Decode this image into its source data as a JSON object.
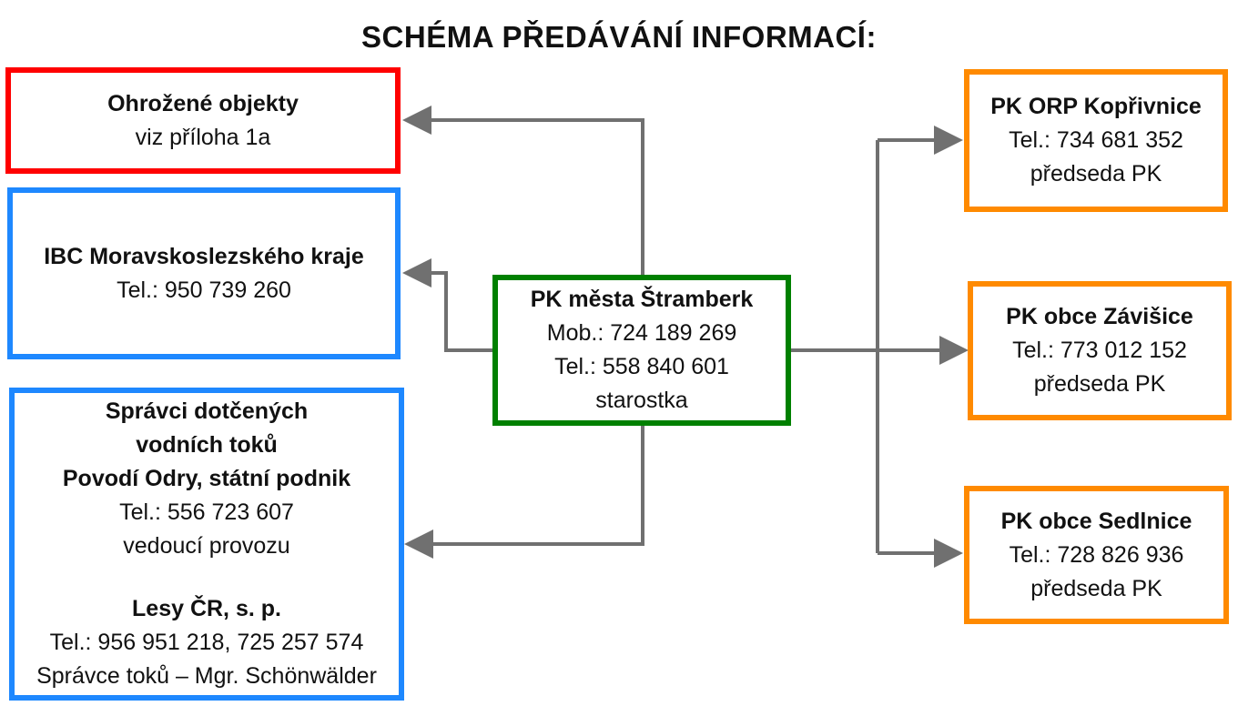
{
  "title": "SCHÉMA PŘEDÁVÁNÍ INFORMACÍ:",
  "center": {
    "name": "PK města Štramberk",
    "mob": "Mob.: 724 189 269",
    "tel": "Tel.: 558 840 601",
    "role": "starostka"
  },
  "left": {
    "threatened": {
      "name": "Ohrožené objekty",
      "note": "viz příloha 1a"
    },
    "ibc": {
      "name": "IBC Moravskoslezského kraje",
      "tel": "Tel.: 950 739 260"
    },
    "managers": {
      "line1": "Správci dotčených",
      "line2": "vodních toků",
      "line3": "Povodí Odry, státní podnik",
      "tel": "Tel.: 556 723 607",
      "role": "vedoucí provozu",
      "lesy_name": "Lesy ČR, s. p.",
      "lesy_tel": "Tel.: 956 951 218, 725 257 574",
      "lesy_role": "Správce toků – Mgr. Schönwälder"
    }
  },
  "right": {
    "orp": {
      "name": "PK ORP Kopřivnice",
      "tel": "Tel.: 734 681 352",
      "role": "předseda PK"
    },
    "zavisice": {
      "name": "PK obce Závišice",
      "tel": "Tel.: 773 012 152",
      "role": "předseda PK"
    },
    "sedlnice": {
      "name": "PK obce Sedlnice",
      "tel": "Tel.: 728 826 936",
      "role": "předseda PK"
    }
  },
  "colors": {
    "threatened_border": "#ff0000",
    "info_border": "#1e88ff",
    "center_border": "#008000",
    "municipal_border": "#ff8a00",
    "connector": "#707070"
  }
}
